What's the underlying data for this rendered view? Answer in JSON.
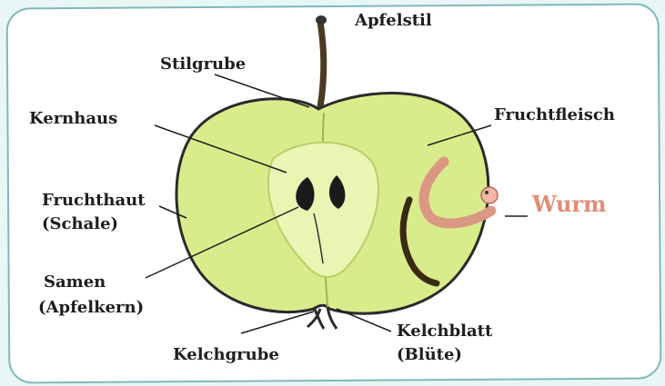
{
  "labels": {
    "apfelstil": "Apfelstil",
    "stilgrube": "Stilgrube",
    "kernhaus": "Kernhaus",
    "fruchtfleisch": "Fruchtfleisch",
    "fruchthaut_1": "Fruchthaut",
    "fruchthaut_2": "(Schale)",
    "wurm": "Wurm",
    "samen_1": "Samen",
    "samen_2": "(Apfelkern)",
    "kelchblatt_1": "Kelchblatt",
    "kelchblatt_2": "(Blüte)",
    "kelchgrube": "Kelchgrube"
  },
  "colors": {
    "background": "#e8f6f6",
    "card_border": "#7fb8bb",
    "apple_flesh": "#d8ec8c",
    "core": "#eaf5b4",
    "worm_label": "#e08e77",
    "worm_body": "#f2b7a4"
  }
}
